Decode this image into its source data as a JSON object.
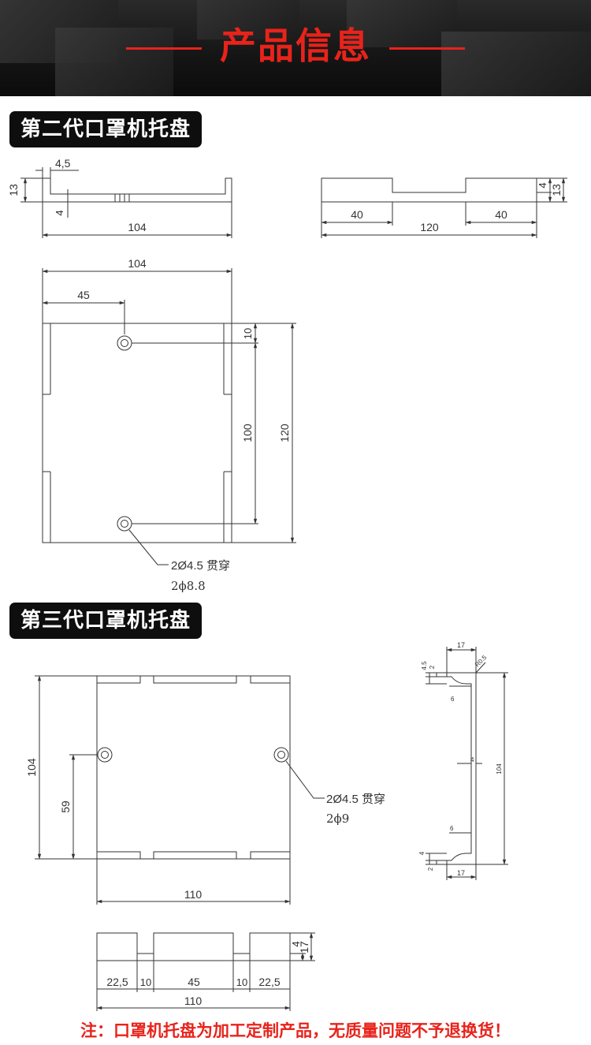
{
  "header": {
    "title": "产品信息"
  },
  "sections": [
    {
      "label": "第二代口罩机托盘"
    },
    {
      "label": "第三代口罩机托盘"
    }
  ],
  "gen2": {
    "side": {
      "dims": {
        "thickness": "4,5",
        "height": "13",
        "base": "4",
        "length": "104"
      }
    },
    "end": {
      "dims": {
        "left": "40",
        "right": "40",
        "total": "120",
        "base": "4",
        "height": "13"
      }
    },
    "plan": {
      "dims": {
        "width": "104",
        "hole_offset": "45",
        "top_margin": "10",
        "hole_spacing": "100",
        "total_length": "120"
      },
      "callout": {
        "line1": "2Ø4.5 贯穿",
        "line2": "2ϕ8.8"
      }
    }
  },
  "gen3": {
    "plan": {
      "dims": {
        "height": "104",
        "hole_offset": "59",
        "width": "110"
      },
      "callout": {
        "line1": "2Ø4.5 贯穿",
        "line2": "2ϕ9"
      }
    },
    "front": {
      "dims": {
        "a": "22,5",
        "b": "10",
        "c": "45",
        "d": "10",
        "e": "22,5",
        "total": "110",
        "base": "4",
        "height": "17"
      }
    },
    "section": {
      "dims": {
        "top_width": "17",
        "radius": "R0.5",
        "t1": "4.5",
        "t2": "2",
        "inner": "6",
        "web": "4",
        "height": "104",
        "inner2": "6",
        "b1": "4",
        "b2": "2",
        "bottom_width": "17"
      }
    }
  },
  "footer": {
    "note": "注：口罩机托盘为加工定制产品，无质量问题不予退换货！"
  },
  "colors": {
    "accent": "#e8231b",
    "badge": "#0e0e0e",
    "line": "#333333"
  }
}
